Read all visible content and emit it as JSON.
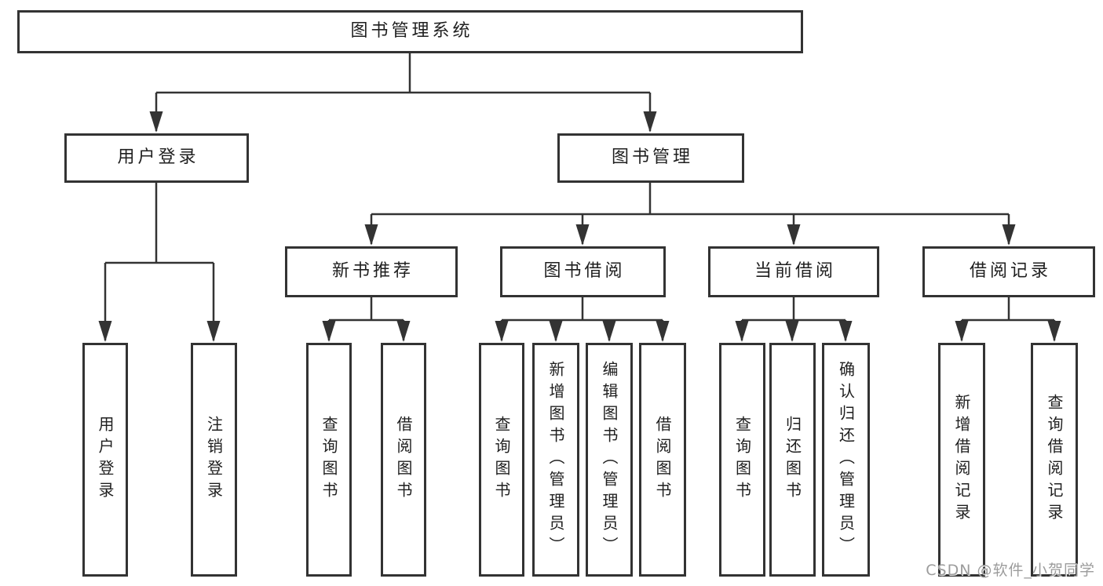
{
  "tree": {
    "root": {
      "label": "图书管理系统"
    },
    "branches": [
      {
        "label": "用户登录",
        "children": [
          {
            "label": "用户登录"
          },
          {
            "label": "注销登录"
          }
        ]
      },
      {
        "label": "图书管理",
        "children": [
          {
            "label": "新书推荐",
            "children": [
              {
                "label": "查询图书"
              },
              {
                "label": "借阅图书"
              }
            ]
          },
          {
            "label": "图书借阅",
            "children": [
              {
                "label": "查询图书"
              },
              {
                "label": "新增图书（管理员）"
              },
              {
                "label": "编辑图书（管理员）"
              },
              {
                "label": "借阅图书"
              }
            ]
          },
          {
            "label": "当前借阅",
            "children": [
              {
                "label": "查询图书"
              },
              {
                "label": "归还图书"
              },
              {
                "label": "确认归还（管理员）"
              }
            ]
          },
          {
            "label": "借阅记录",
            "children": [
              {
                "label": "新增借阅记录"
              },
              {
                "label": "查询借阅记录"
              }
            ]
          }
        ]
      }
    ]
  },
  "watermark": {
    "text": "CSDN @软件_小贺同学"
  },
  "colors": {
    "line": "#333333",
    "border": "#333333",
    "text": "#1f1f1f",
    "background": "#ffffff",
    "watermark": "#9c9c9c"
  }
}
